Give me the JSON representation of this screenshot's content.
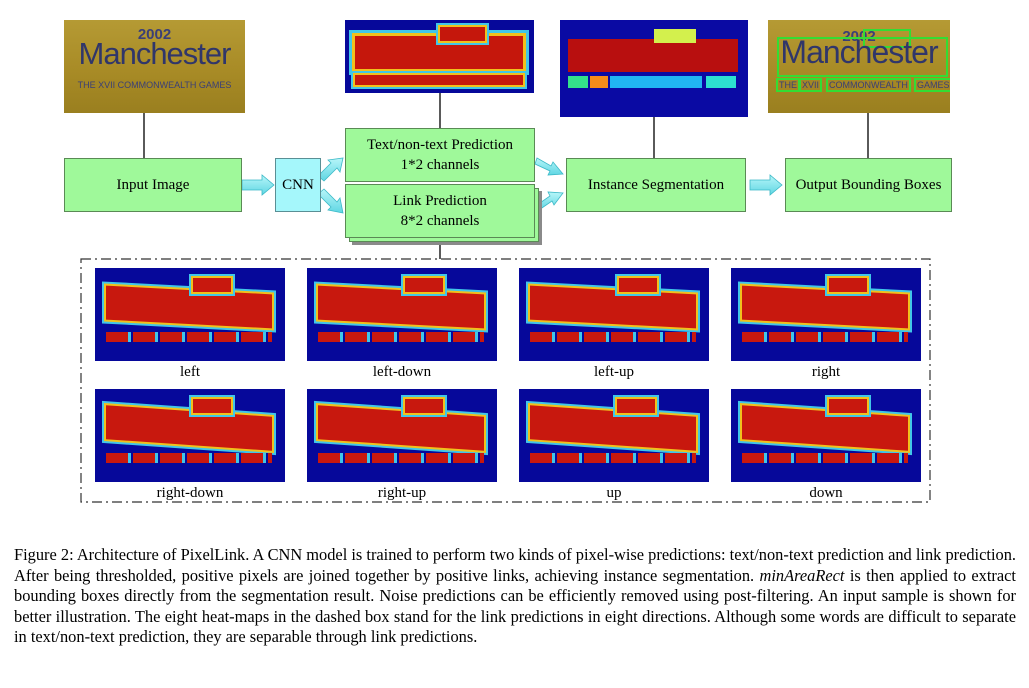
{
  "nodes": {
    "input_image": "Input Image",
    "cnn": "CNN",
    "text_pred_title": "Text/non-text Prediction",
    "text_pred_channels": "1*2 channels",
    "link_pred_title": "Link Prediction",
    "link_pred_channels": "8*2 channels",
    "instance_seg": "Instance Segmentation",
    "output_boxes": "Output Bounding Boxes"
  },
  "sample_image": {
    "year": "2002",
    "word": "Manchester",
    "subtitle": "THE XVII COMMONWEALTH GAMES",
    "output_subtitle_parts": [
      "THE",
      "XVII",
      "COMMONWEALTH",
      "GAMES"
    ]
  },
  "heatmaps": [
    {
      "label": "left"
    },
    {
      "label": "left-down"
    },
    {
      "label": "left-up"
    },
    {
      "label": "right"
    },
    {
      "label": "right-down"
    },
    {
      "label": "right-up"
    },
    {
      "label": "up"
    },
    {
      "label": "down"
    }
  ],
  "caption": {
    "part1": "Figure 2: Architecture of PixelLink. A CNN model is trained to perform two kinds of pixel-wise predictions: text/non-text prediction and link prediction. After being thresholded, positive pixels are joined together by positive links, achieving instance segmentation. ",
    "emph": "minAreaRect",
    "part2": " is then applied to extract bounding boxes directly from the segmentation result. Noise predictions can be efficiently removed using post-filtering. An input sample is shown for better illustration. The eight heat-maps in the dashed box stand for the link predictions in eight directions. Although some words are difficult to separate in text/non-text prediction, they are separable through link predictions."
  },
  "colors": {
    "node_fill": "#9ff99a",
    "cnn_fill": "#a5f7fb",
    "heat_background": "#06089a",
    "heat_text": "#c8180e",
    "arrow_fill": "#8fe8ee",
    "box_outline_green": "#33dd33"
  }
}
